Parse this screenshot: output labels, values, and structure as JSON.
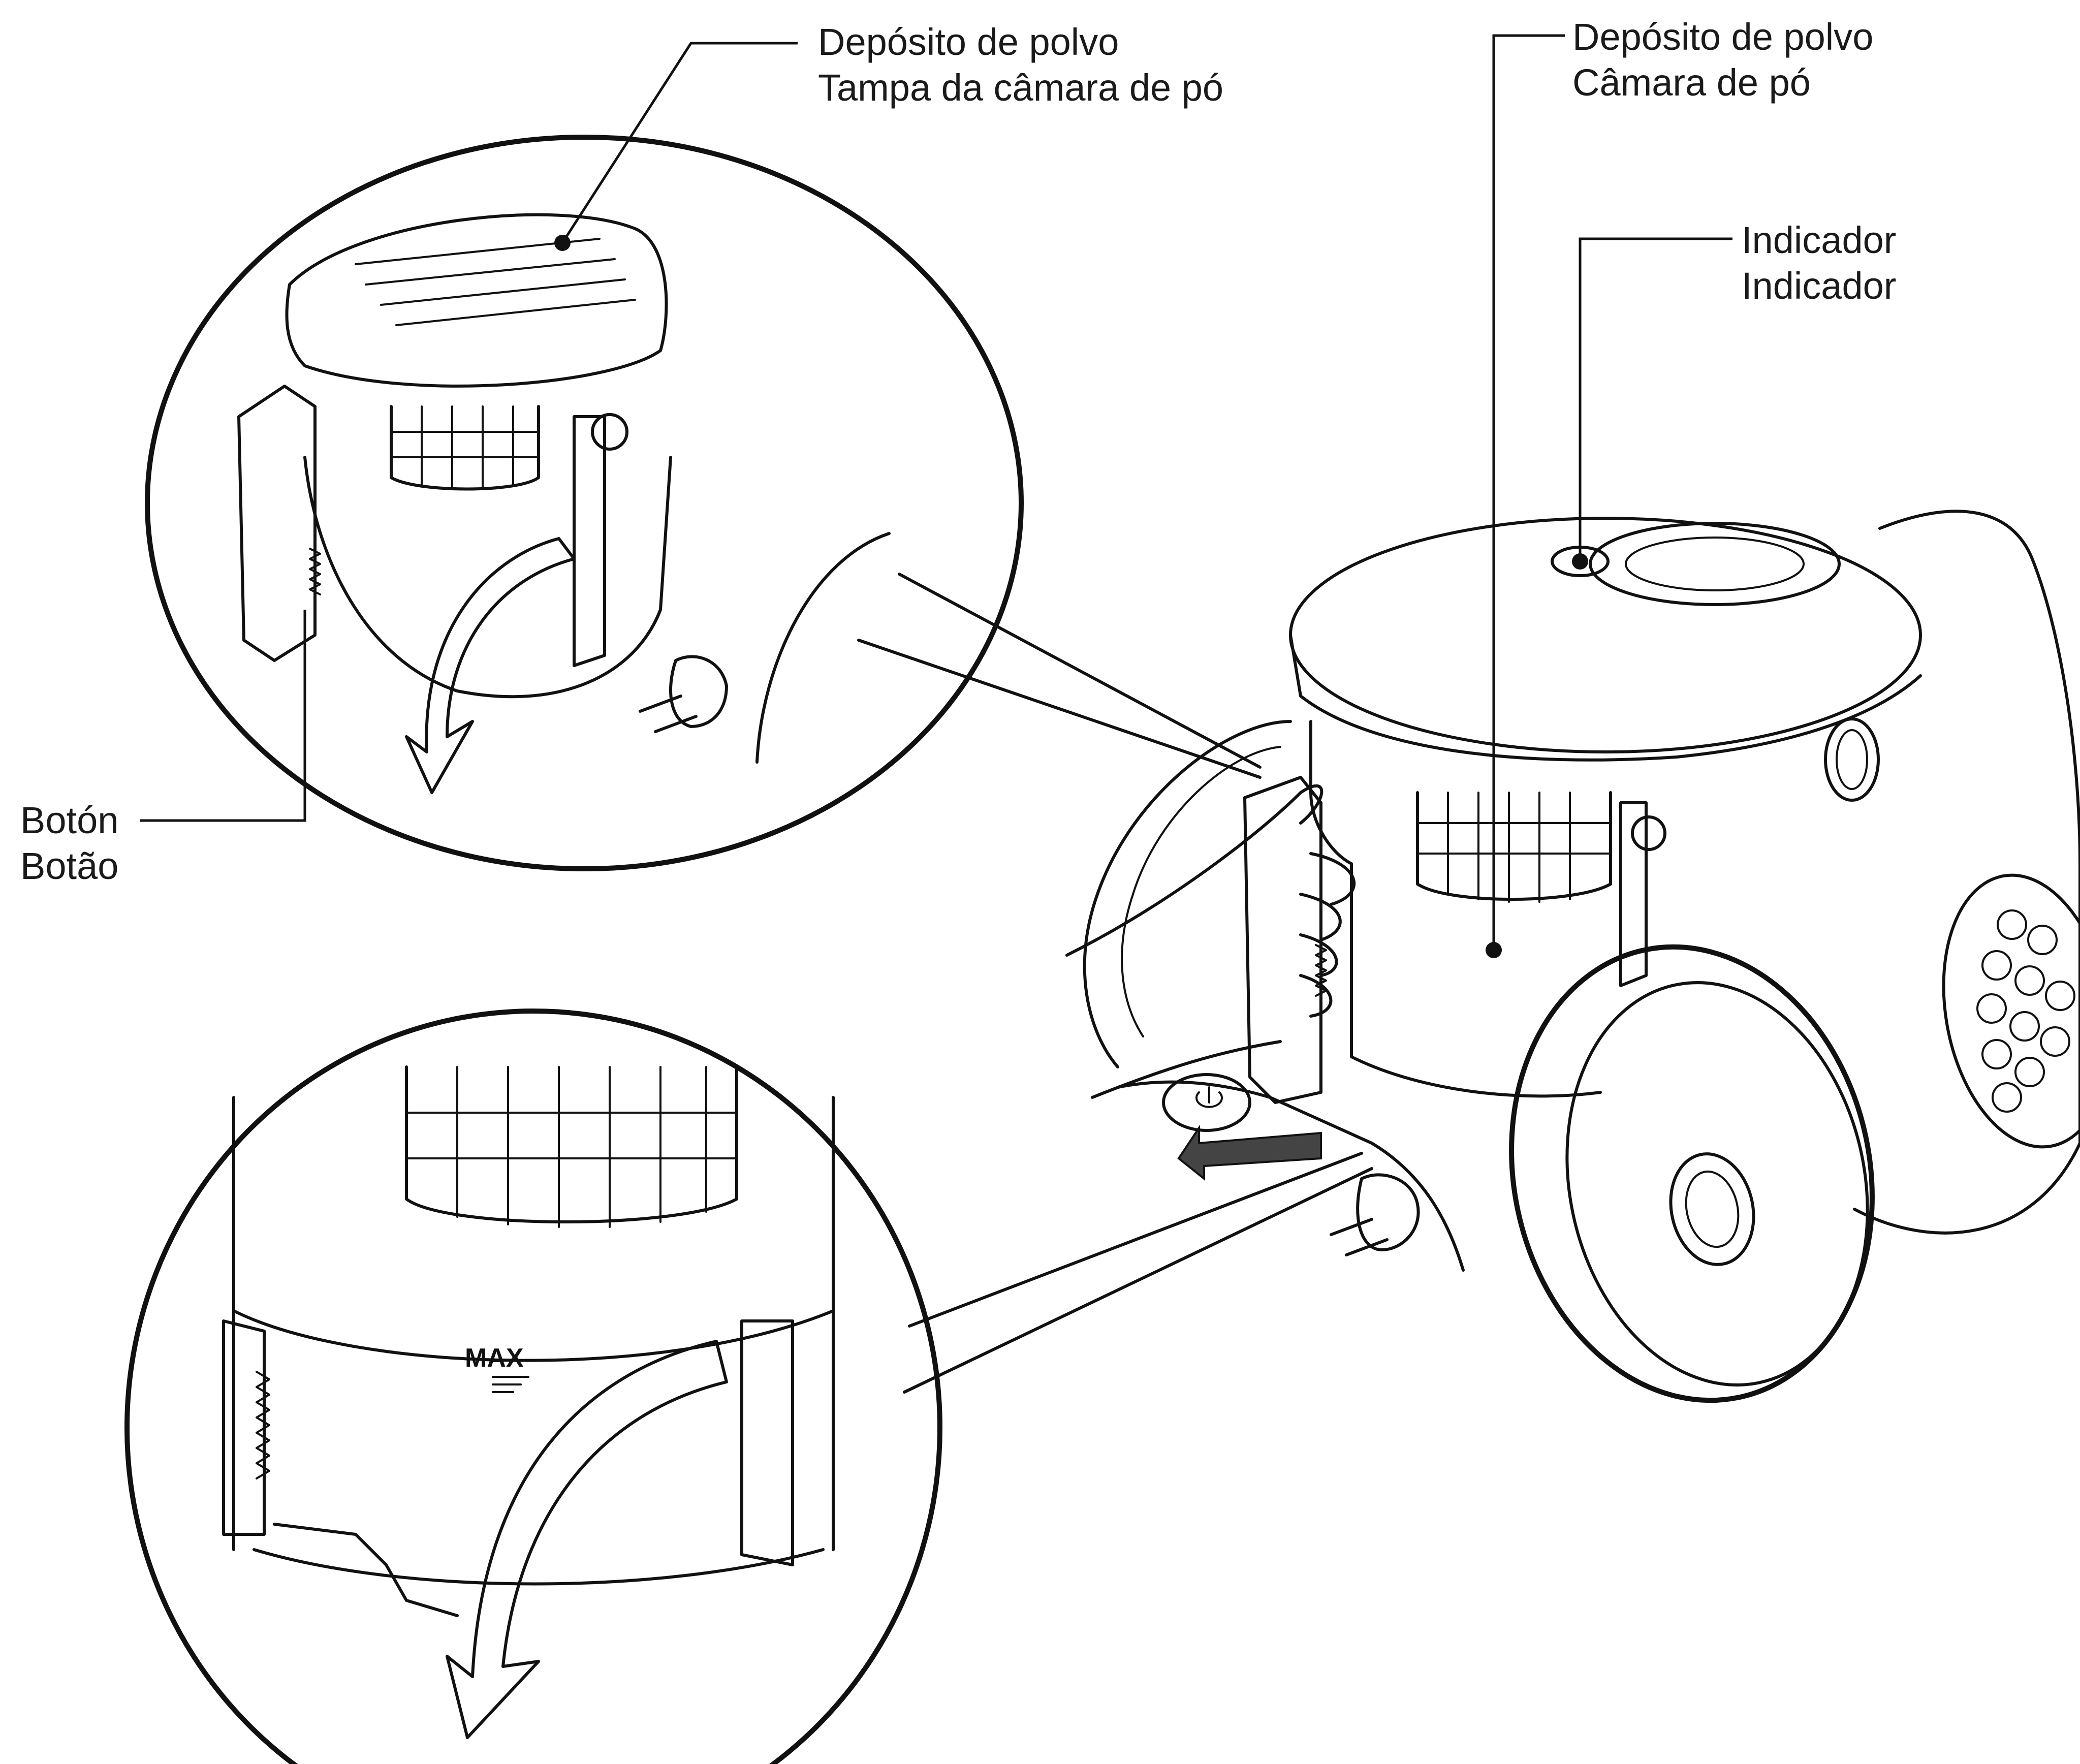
{
  "labels": {
    "lid": {
      "line1": "Depósito de polvo",
      "line2": "Tampa da câmara de pó"
    },
    "chamber": {
      "line1": "Depósito de polvo",
      "line2": "Câmara de pó"
    },
    "indicator": {
      "line1": "Indicador",
      "line2": "Indicador"
    },
    "button": {
      "line1": "Botón",
      "line2": "Botão"
    },
    "max_mark": "MAX"
  },
  "colors": {
    "line": "#111111",
    "background": "#ffffff",
    "arrow": "#444444"
  }
}
